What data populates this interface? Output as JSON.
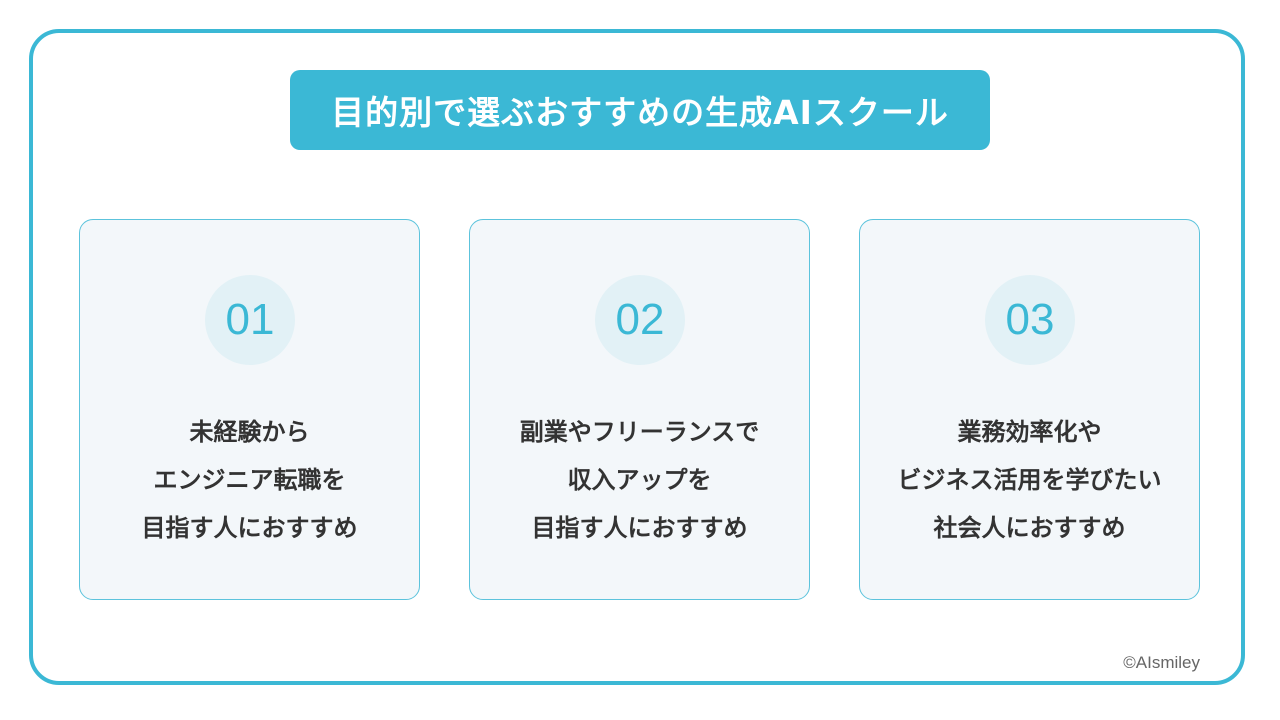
{
  "title": "目的別で選ぶおすすめの生成AIスクール",
  "cards": [
    {
      "number": "01",
      "lines": [
        "未経験から",
        "エンジニア転職を",
        "目指す人におすすめ"
      ]
    },
    {
      "number": "02",
      "lines": [
        "副業やフリーランスで",
        "収入アップを",
        "目指す人におすすめ"
      ]
    },
    {
      "number": "03",
      "lines": [
        "業務効率化や",
        "ビジネス活用を学びたい",
        "社会人におすすめ"
      ]
    }
  ],
  "copyright": "©AIsmiley",
  "colors": {
    "accent": "#3bb8d5",
    "card_bg": "#f3f7fa",
    "circle": "#e2f1f6"
  }
}
